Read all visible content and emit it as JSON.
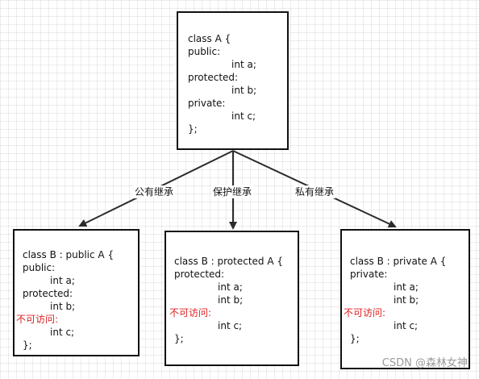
{
  "base_class": {
    "lines": [
      "class A {",
      "public:",
      "int a;",
      "protected:",
      "int b;",
      "private:",
      "int c;",
      "};"
    ]
  },
  "edges": {
    "public": "公有继承",
    "protected": "保护继承",
    "private": "私有继承"
  },
  "derived_public": {
    "lines": [
      "class B : public A {",
      "public:",
      "int a;",
      "protected:",
      "int b;",
      "不可访问:",
      "int c;",
      "};"
    ]
  },
  "derived_protected": {
    "lines": [
      "class B : protected A {",
      "protected:",
      "int a;",
      "int b;",
      "不可访问:",
      "int c;",
      "};"
    ]
  },
  "derived_private": {
    "lines": [
      "class B : private A {",
      "private:",
      "int a;",
      "int b;",
      "不可访问:",
      "int c;",
      "};"
    ]
  },
  "watermark": "CSDN @森林女神",
  "colors": {
    "inaccessible": "#e02020",
    "border": "#111111"
  }
}
